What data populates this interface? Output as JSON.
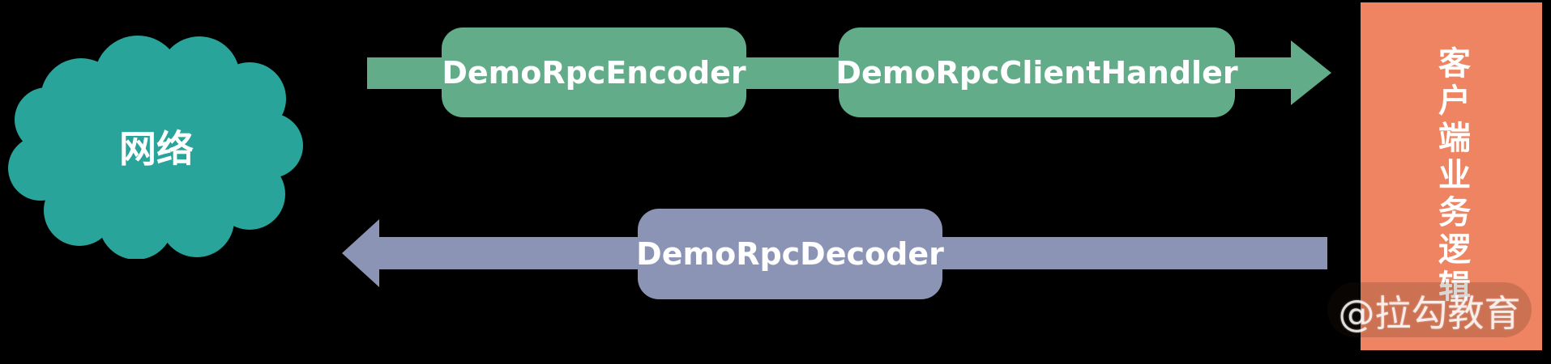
{
  "cloud": {
    "label": "网络"
  },
  "top_flow": {
    "encoder_label": "DemoRpcEncoder",
    "client_handler_label": "DemoRpcClientHandler",
    "direction": "left-to-right"
  },
  "bottom_flow": {
    "decoder_label": "DemoRpcDecoder",
    "direction": "right-to-left"
  },
  "client_bar": {
    "label": "客户端业务逻辑"
  },
  "watermark": {
    "label": "@拉勾教育"
  },
  "icons": {
    "cloud": "cloud-shape",
    "right_arrow": "arrow-pointing-right",
    "left_arrow": "arrow-pointing-left"
  },
  "colors": {
    "background": "#000000",
    "cloud_teal": "#29a49a",
    "flow_green": "#62ac89",
    "flow_purple": "#8c94b5",
    "bar_orange": "#ee8461",
    "label_white": "#ffffff"
  }
}
